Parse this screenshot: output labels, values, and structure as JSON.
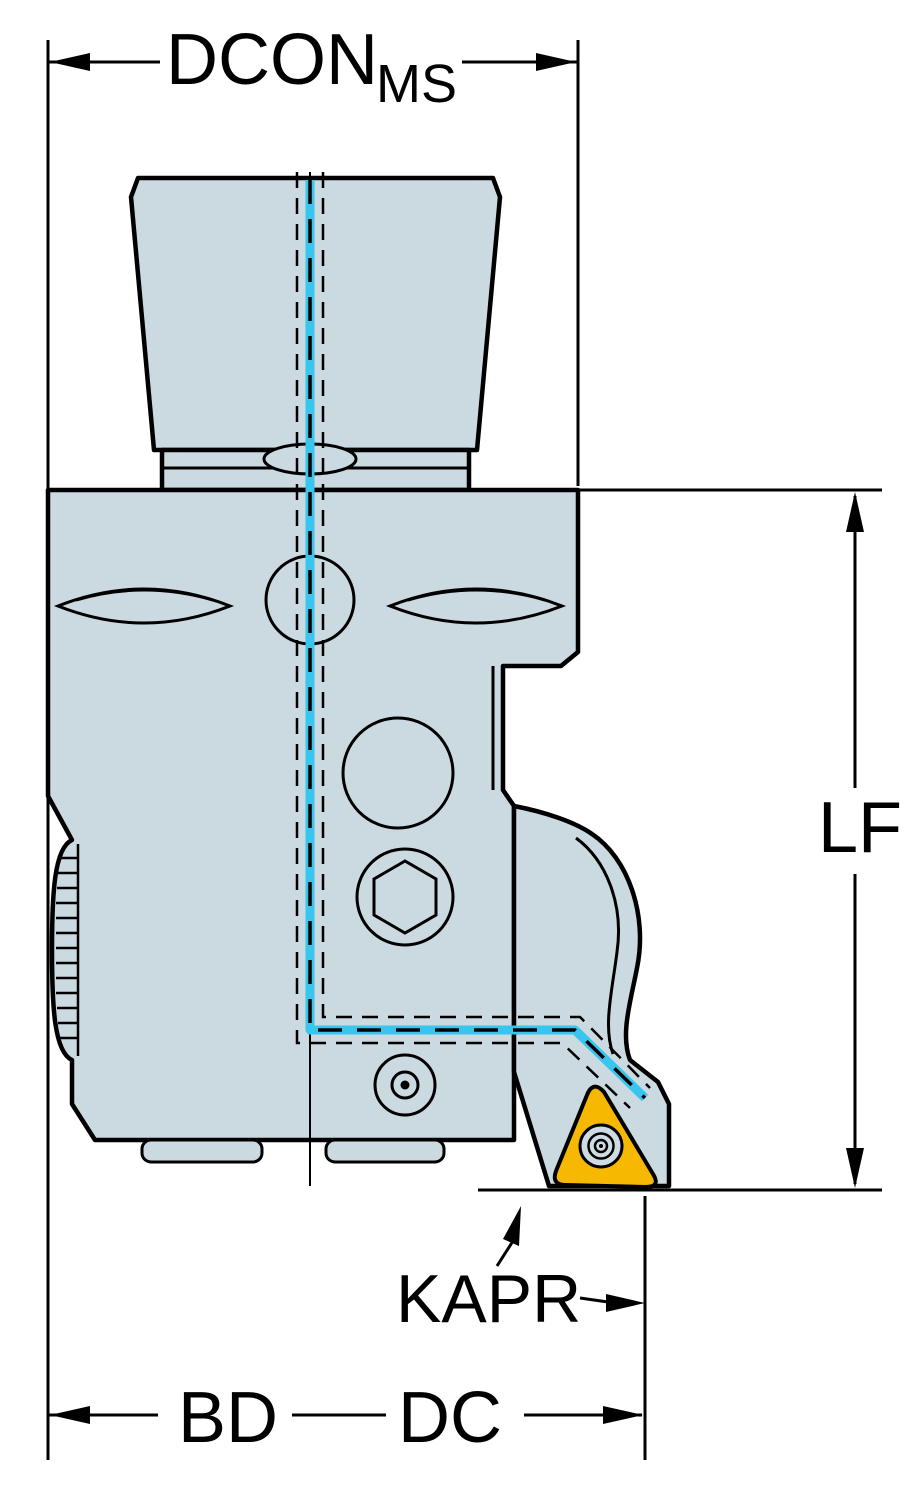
{
  "drawing": {
    "type": "technical-drawing",
    "description": "Tool holder side view with coolant channel and dimension callouts",
    "labels": {
      "dcon": "DCON",
      "dcon_sub": "MS",
      "lf": "LF",
      "kapr": "KAPR",
      "bd": "BD",
      "dc": "DC"
    },
    "colors": {
      "body_fill": "#cbd9e1",
      "outline": "#000000",
      "coolant_line": "#38c6ef",
      "insert_fill": "#f6b800",
      "background": "#ffffff"
    }
  }
}
